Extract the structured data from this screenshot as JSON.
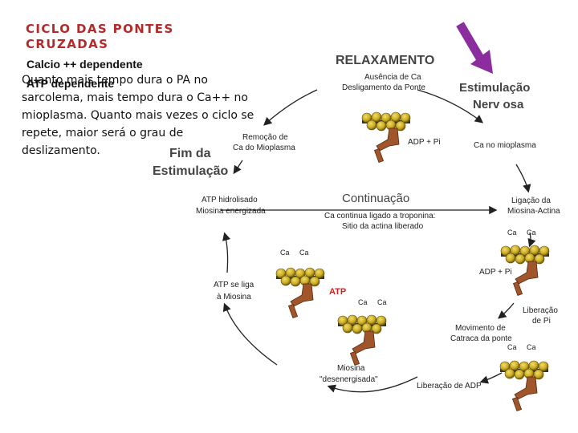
{
  "left_text": {
    "title": "CICLO DAS PONTES CRUZADAS",
    "subtitle_1": "Calcio ++ dependente",
    "subtitle_2": "ATP dependente",
    "paragraph": "Quanto mais tempo dura o PA no sarcolema, mais tempo dura o Ca++ no mioplasma. Quanto mais vezes o ciclo se repete, maior será o grau de deslizamento."
  },
  "diagram": {
    "relaxamento": "RELAXAMENTO",
    "relax_line1": "Ausência de Ca",
    "relax_line2": "Desligamento da Ponte",
    "estimulacao_1": "Estimulação",
    "estimulacao_2": "Nerv osa",
    "fim_1": "Fim da",
    "fim_2": "Estimulação",
    "remocao_1": "Remoção de",
    "remocao_2": "Ca do Mioplasma",
    "adp_pi_top": "ADP + Pi",
    "ca_mioplasma": "Ca no mioplasma",
    "continuacao": "Continuação",
    "cont_line1": "Ca continua ligado a troponina:",
    "cont_line2": "Sitio da actina liberado",
    "atp_hidro_1": "ATP hidrolisado",
    "atp_hidro_2": "Miosina energizada",
    "ligacao_1": "Ligação da",
    "ligacao_2": "Miosina-Actina",
    "ca_label": "Ca",
    "adp_pi_right": "ADP + Pi",
    "atp_liga_1": "ATP se liga",
    "atp_liga_2": "à Miosina",
    "atp": "ATP",
    "liberacao_pi_1": "Liberação",
    "liberacao_pi_2": "de Pi",
    "movimento_1": "Movimento de",
    "movimento_2": "Catraca da ponte",
    "miosina_1": "Miosina",
    "miosina_2": "\"desenergisada\"",
    "liberacao_adp": "Liberação de ADP"
  },
  "colors": {
    "title": "#b32a2a",
    "heading_gray": "#444444",
    "arrow_purple": "#8b2d9e",
    "atp_red": "#d42020",
    "bead_gold": "#c8a820",
    "myosin_brown": "#a0552a"
  },
  "icons": [
    "purple-arrow-icon",
    "actin-myosin-unit-icon"
  ]
}
